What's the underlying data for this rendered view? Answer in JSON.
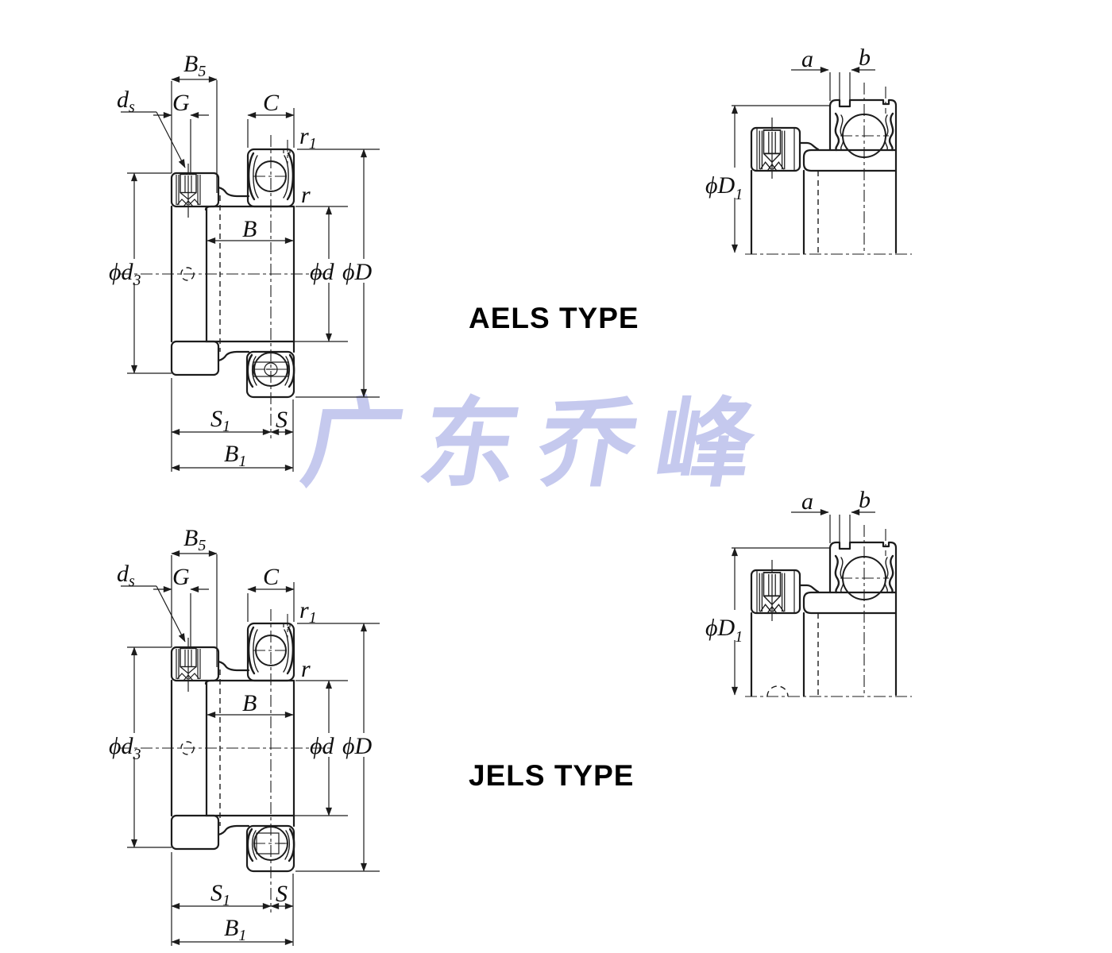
{
  "background_color": "#ffffff",
  "line_color": "#1c1c1c",
  "watermark": {
    "text": "广东乔峰",
    "color": "#c5c9ee"
  },
  "figures": {
    "aels": {
      "title": "AELS TYPE"
    },
    "jels": {
      "title": "JELS TYPE"
    }
  },
  "dimension_labels": {
    "B5": {
      "base": "B",
      "sub": "5"
    },
    "ds": {
      "base": "d",
      "sub": "s"
    },
    "G": {
      "base": "G",
      "sub": ""
    },
    "C": {
      "base": "C",
      "sub": ""
    },
    "r1": {
      "base": "r",
      "sub": "1"
    },
    "r": {
      "base": "r",
      "sub": ""
    },
    "B": {
      "base": "B",
      "sub": ""
    },
    "phi_d3": {
      "base": "ϕd",
      "sub": "3"
    },
    "phi_d": {
      "base": "ϕd",
      "sub": ""
    },
    "phi_D": {
      "base": "ϕD",
      "sub": ""
    },
    "S1": {
      "base": "S",
      "sub": "1"
    },
    "S": {
      "base": "S",
      "sub": ""
    },
    "B1": {
      "base": "B",
      "sub": "1"
    },
    "a": {
      "base": "a",
      "sub": ""
    },
    "b": {
      "base": "b",
      "sub": ""
    },
    "phi_D1": {
      "base": "ϕD",
      "sub": "1"
    }
  }
}
